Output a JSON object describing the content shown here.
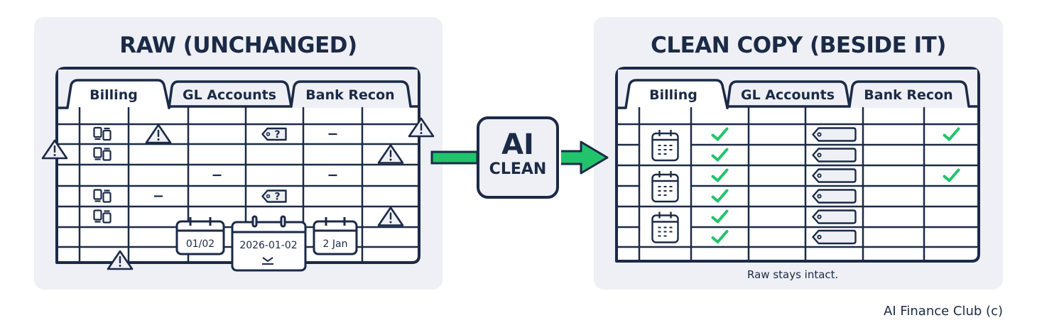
{
  "raw_panel": {
    "title": "RAW (UNCHANGED)",
    "tabs": [
      "Billing",
      "GL Accounts",
      "Bank Recon"
    ],
    "date_formats": [
      "01/02",
      "2026-01-02",
      "2 Jan"
    ],
    "cell_markers": [
      {
        "row": 1,
        "col": 1,
        "icon": "duplicate-icon"
      },
      {
        "row": 1,
        "col": 2,
        "icon": "warning-icon"
      },
      {
        "row": 1,
        "col": 4,
        "icon": "tag-question-icon",
        "text": "?"
      },
      {
        "row": 1,
        "col": 5,
        "text": "–"
      },
      {
        "row": 2,
        "col": 1,
        "icon": "duplicate-icon"
      },
      {
        "row": 2,
        "col": 6,
        "icon": "warning-icon"
      },
      {
        "row": 3,
        "col": 3,
        "text": "–"
      },
      {
        "row": 3,
        "col": 5,
        "text": "–"
      },
      {
        "row": 4,
        "col": 1,
        "icon": "duplicate-icon"
      },
      {
        "row": 4,
        "col": 2,
        "text": "–"
      },
      {
        "row": 4,
        "col": 4,
        "icon": "tag-question-icon",
        "text": "?"
      },
      {
        "row": 5,
        "col": 1,
        "icon": "duplicate-icon"
      },
      {
        "row": 5,
        "col": 6,
        "icon": "warning-icon"
      }
    ]
  },
  "process": {
    "label_main": "AI",
    "label_sub": "CLEAN",
    "accent_color": "#21c46b"
  },
  "clean_panel": {
    "title": "CLEAN COPY (BESIDE IT)",
    "tabs": [
      "Billing",
      "GL Accounts",
      "Bank Recon"
    ],
    "caption": "Raw stays intact.",
    "check_rows_col2": [
      1,
      2,
      3,
      4,
      5,
      6
    ],
    "check_rows_col6": [
      1,
      3
    ],
    "tag_rows_col4": [
      1,
      2,
      3,
      4,
      5,
      6
    ],
    "calendar_groups": [
      [
        1,
        2
      ],
      [
        3,
        4
      ],
      [
        5,
        6
      ]
    ]
  },
  "footer": {
    "credit": "AI Finance Club (c)"
  },
  "colors": {
    "ink": "#1b2a47",
    "panel": "#eef0f5",
    "check": "#21c46b"
  }
}
